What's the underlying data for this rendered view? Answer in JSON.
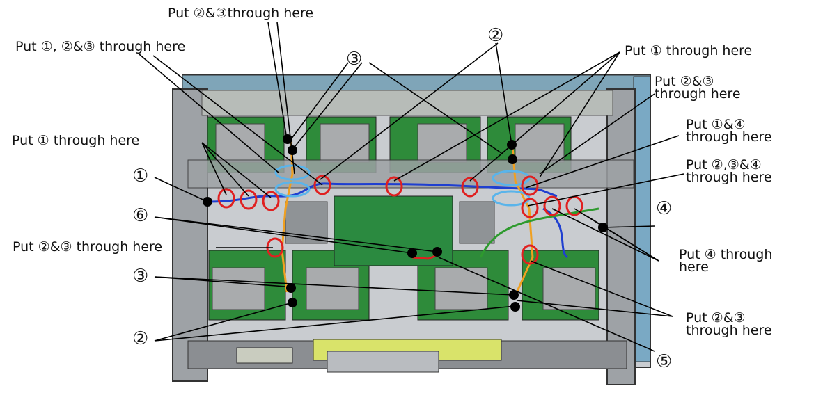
{
  "labels": {
    "put_23_top": "Put ②&③through here",
    "put_123": "Put ①, ②&③ through here",
    "put_1_right": "Put ① through here",
    "put_23_right_l1": "Put ②&③",
    "put_23_right_l2": "through here",
    "put_14_l1": "Put ①&④",
    "put_14_l2": "through here",
    "put_234_l1": "Put ②,③&④",
    "put_234_l2": "through here",
    "put_1_left": "Put ① through here",
    "put_23_left": "Put ②&③ through here",
    "put_4_l1": "Put ④ through",
    "put_4_l2": "here",
    "put_23_bottom_l1": "Put ②&③",
    "put_23_bottom_l2": "through here"
  },
  "numbers": {
    "n2_top": "②",
    "n3_top": "③",
    "n1": "①",
    "n6": "⑥",
    "n3_bottom": "③",
    "n2_bottom": "②",
    "n4": "④",
    "n5": "⑤"
  },
  "colors": {
    "board_green": "#2e8b3a",
    "frame_gray": "#8a8d90",
    "cable_blue": "#1f3fd0",
    "ring_red": "#e02020",
    "ring_lightblue": "#5ab4ea",
    "cable_orange": "#f0a020"
  }
}
